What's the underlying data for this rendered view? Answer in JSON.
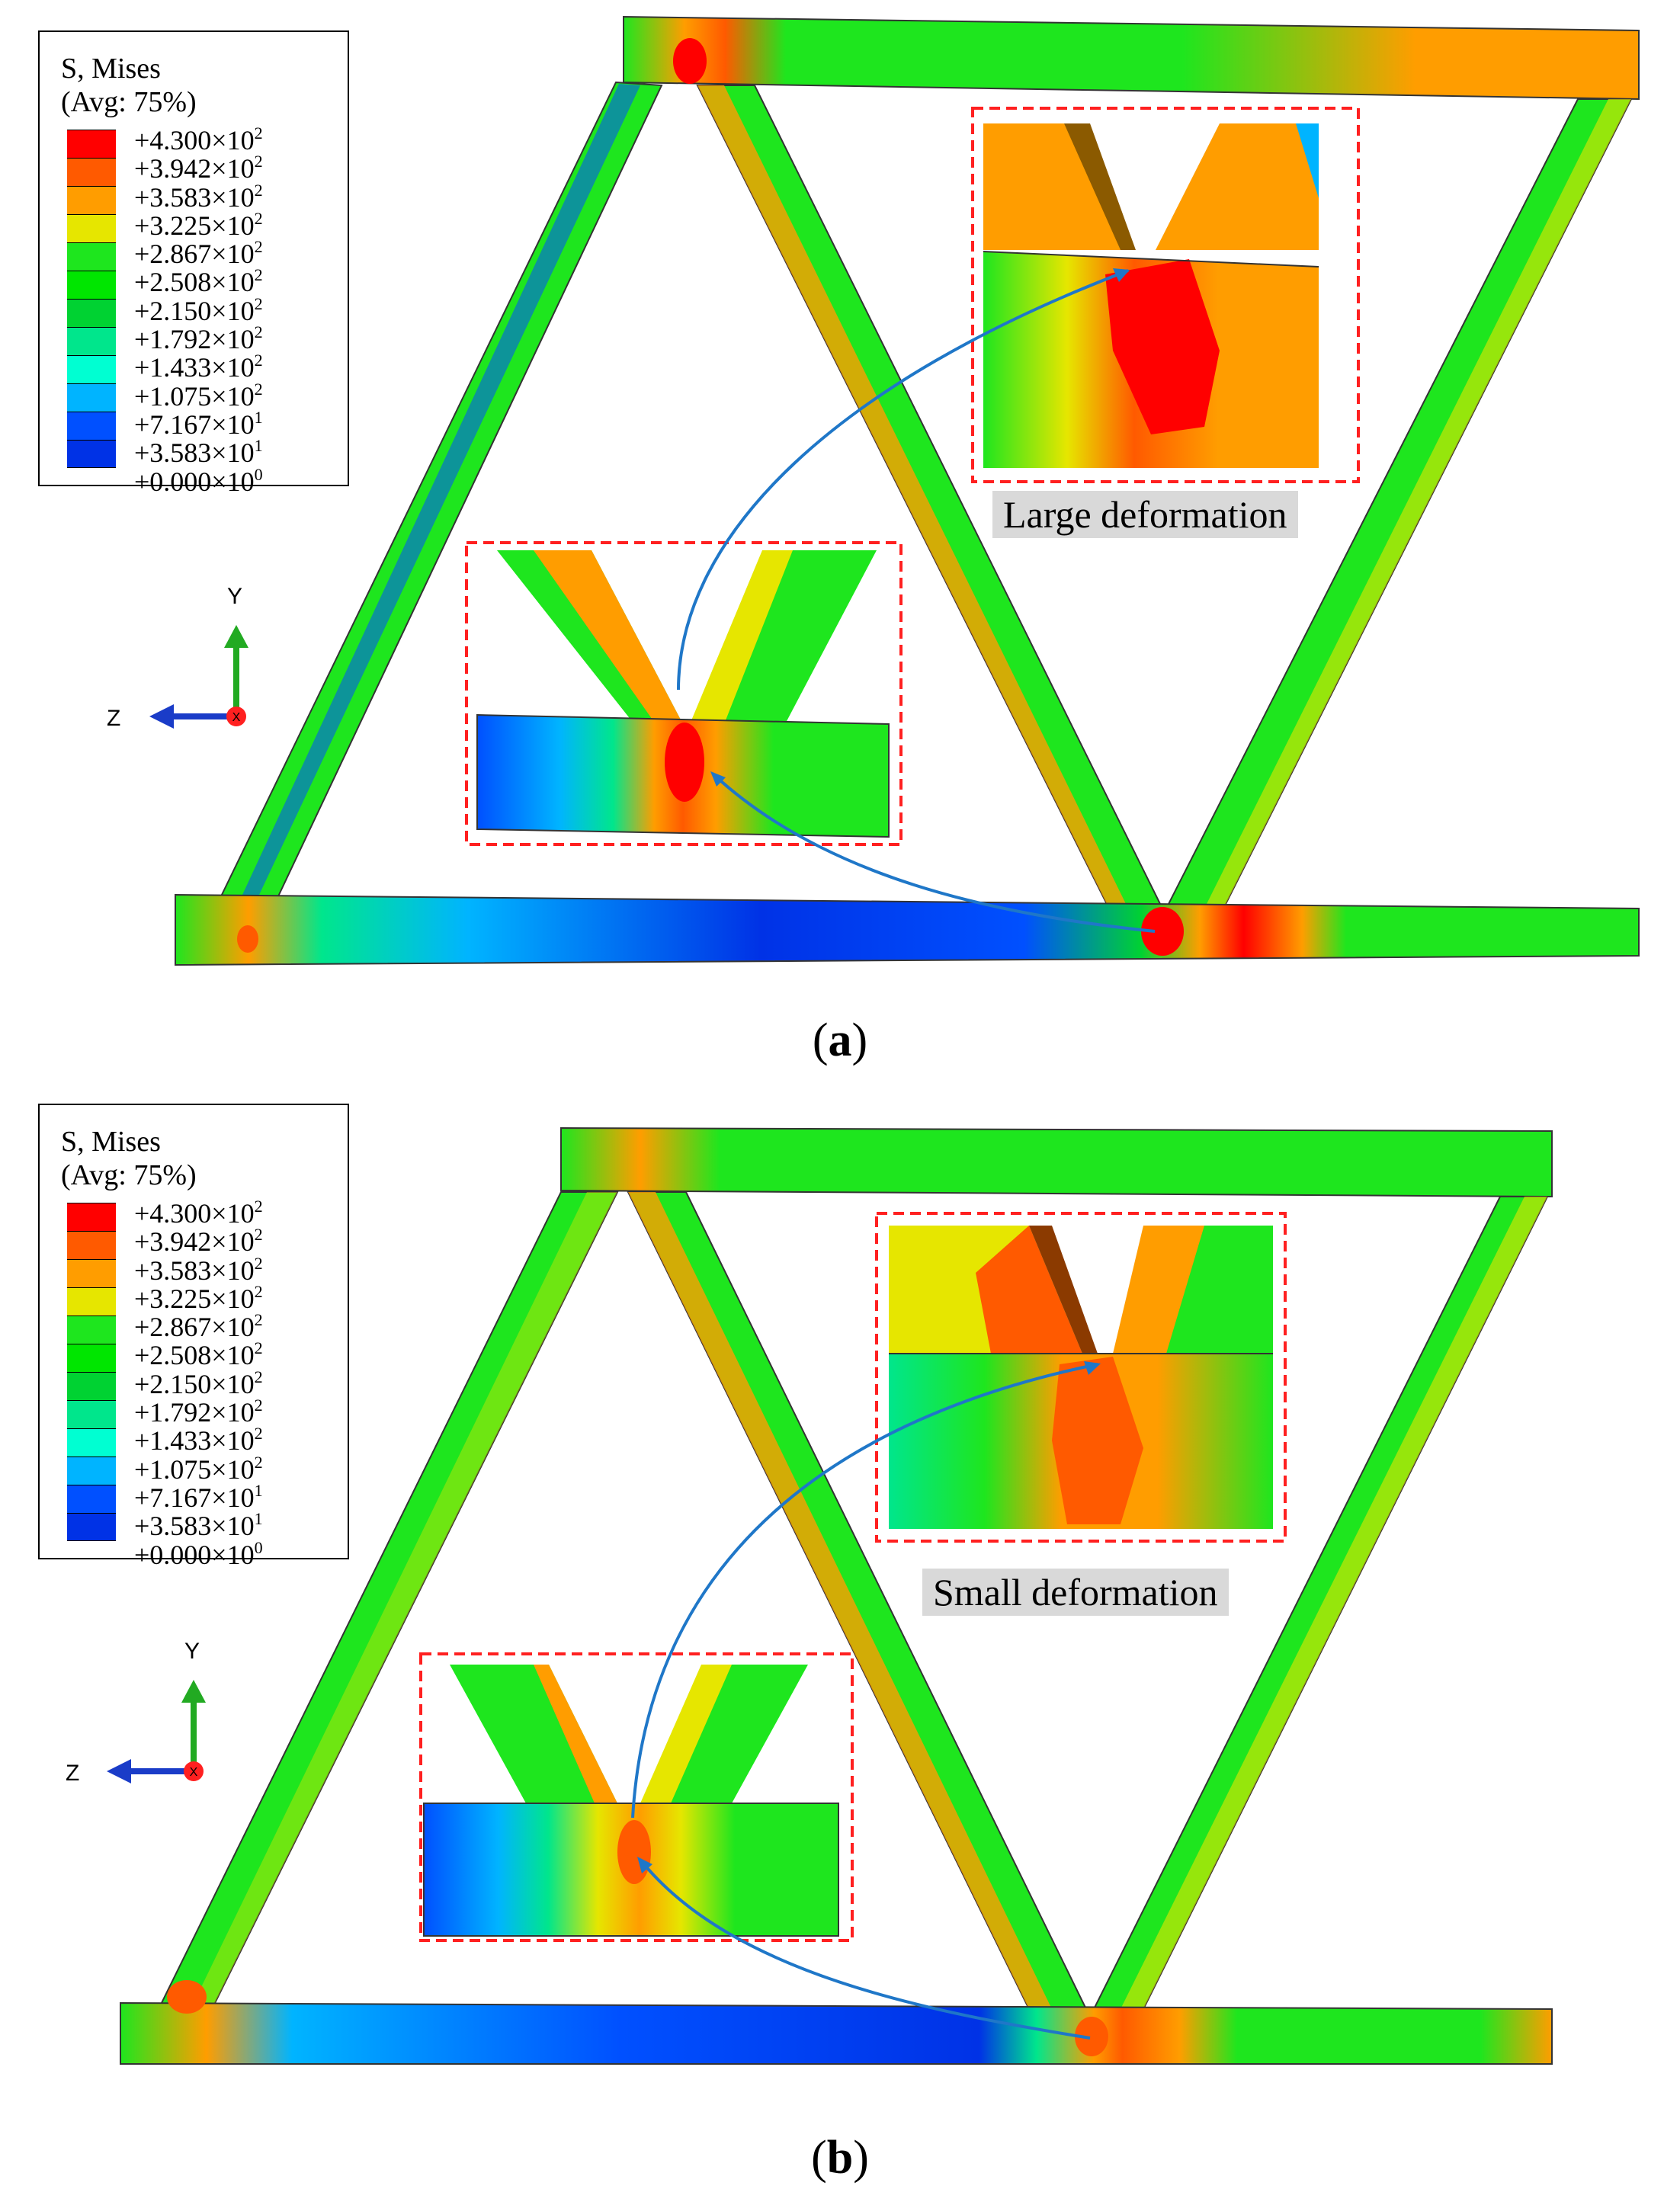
{
  "legend": {
    "title": "S, Mises",
    "subtitle": "(Avg: 75%)",
    "values": [
      {
        "m": "+4.300",
        "e": "2"
      },
      {
        "m": "+3.942",
        "e": "2"
      },
      {
        "m": "+3.583",
        "e": "2"
      },
      {
        "m": "+3.225",
        "e": "2"
      },
      {
        "m": "+2.867",
        "e": "2"
      },
      {
        "m": "+2.508",
        "e": "2"
      },
      {
        "m": "+2.150",
        "e": "2"
      },
      {
        "m": "+1.792",
        "e": "2"
      },
      {
        "m": "+1.433",
        "e": "2"
      },
      {
        "m": "+1.075",
        "e": "2"
      },
      {
        "m": "+7.167",
        "e": "1"
      },
      {
        "m": "+3.583",
        "e": "1"
      },
      {
        "m": "+0.000",
        "e": "0"
      }
    ],
    "colors": [
      "#ff0000",
      "#ff5a00",
      "#ff9d00",
      "#e6e600",
      "#1ee61e",
      "#00e600",
      "#00d232",
      "#00e68c",
      "#00ffd2",
      "#00b4ff",
      "#0050ff",
      "#0032e6"
    ]
  },
  "axes": {
    "y": "Y",
    "z": "Z"
  },
  "panels": [
    {
      "id": "a",
      "label": "Large deformation",
      "caption_prefix": "(",
      "caption_letter": "a",
      "caption_suffix": ")"
    },
    {
      "id": "b",
      "label": "Small deformation",
      "caption_prefix": "(",
      "caption_letter": "b",
      "caption_suffix": ")"
    }
  ]
}
